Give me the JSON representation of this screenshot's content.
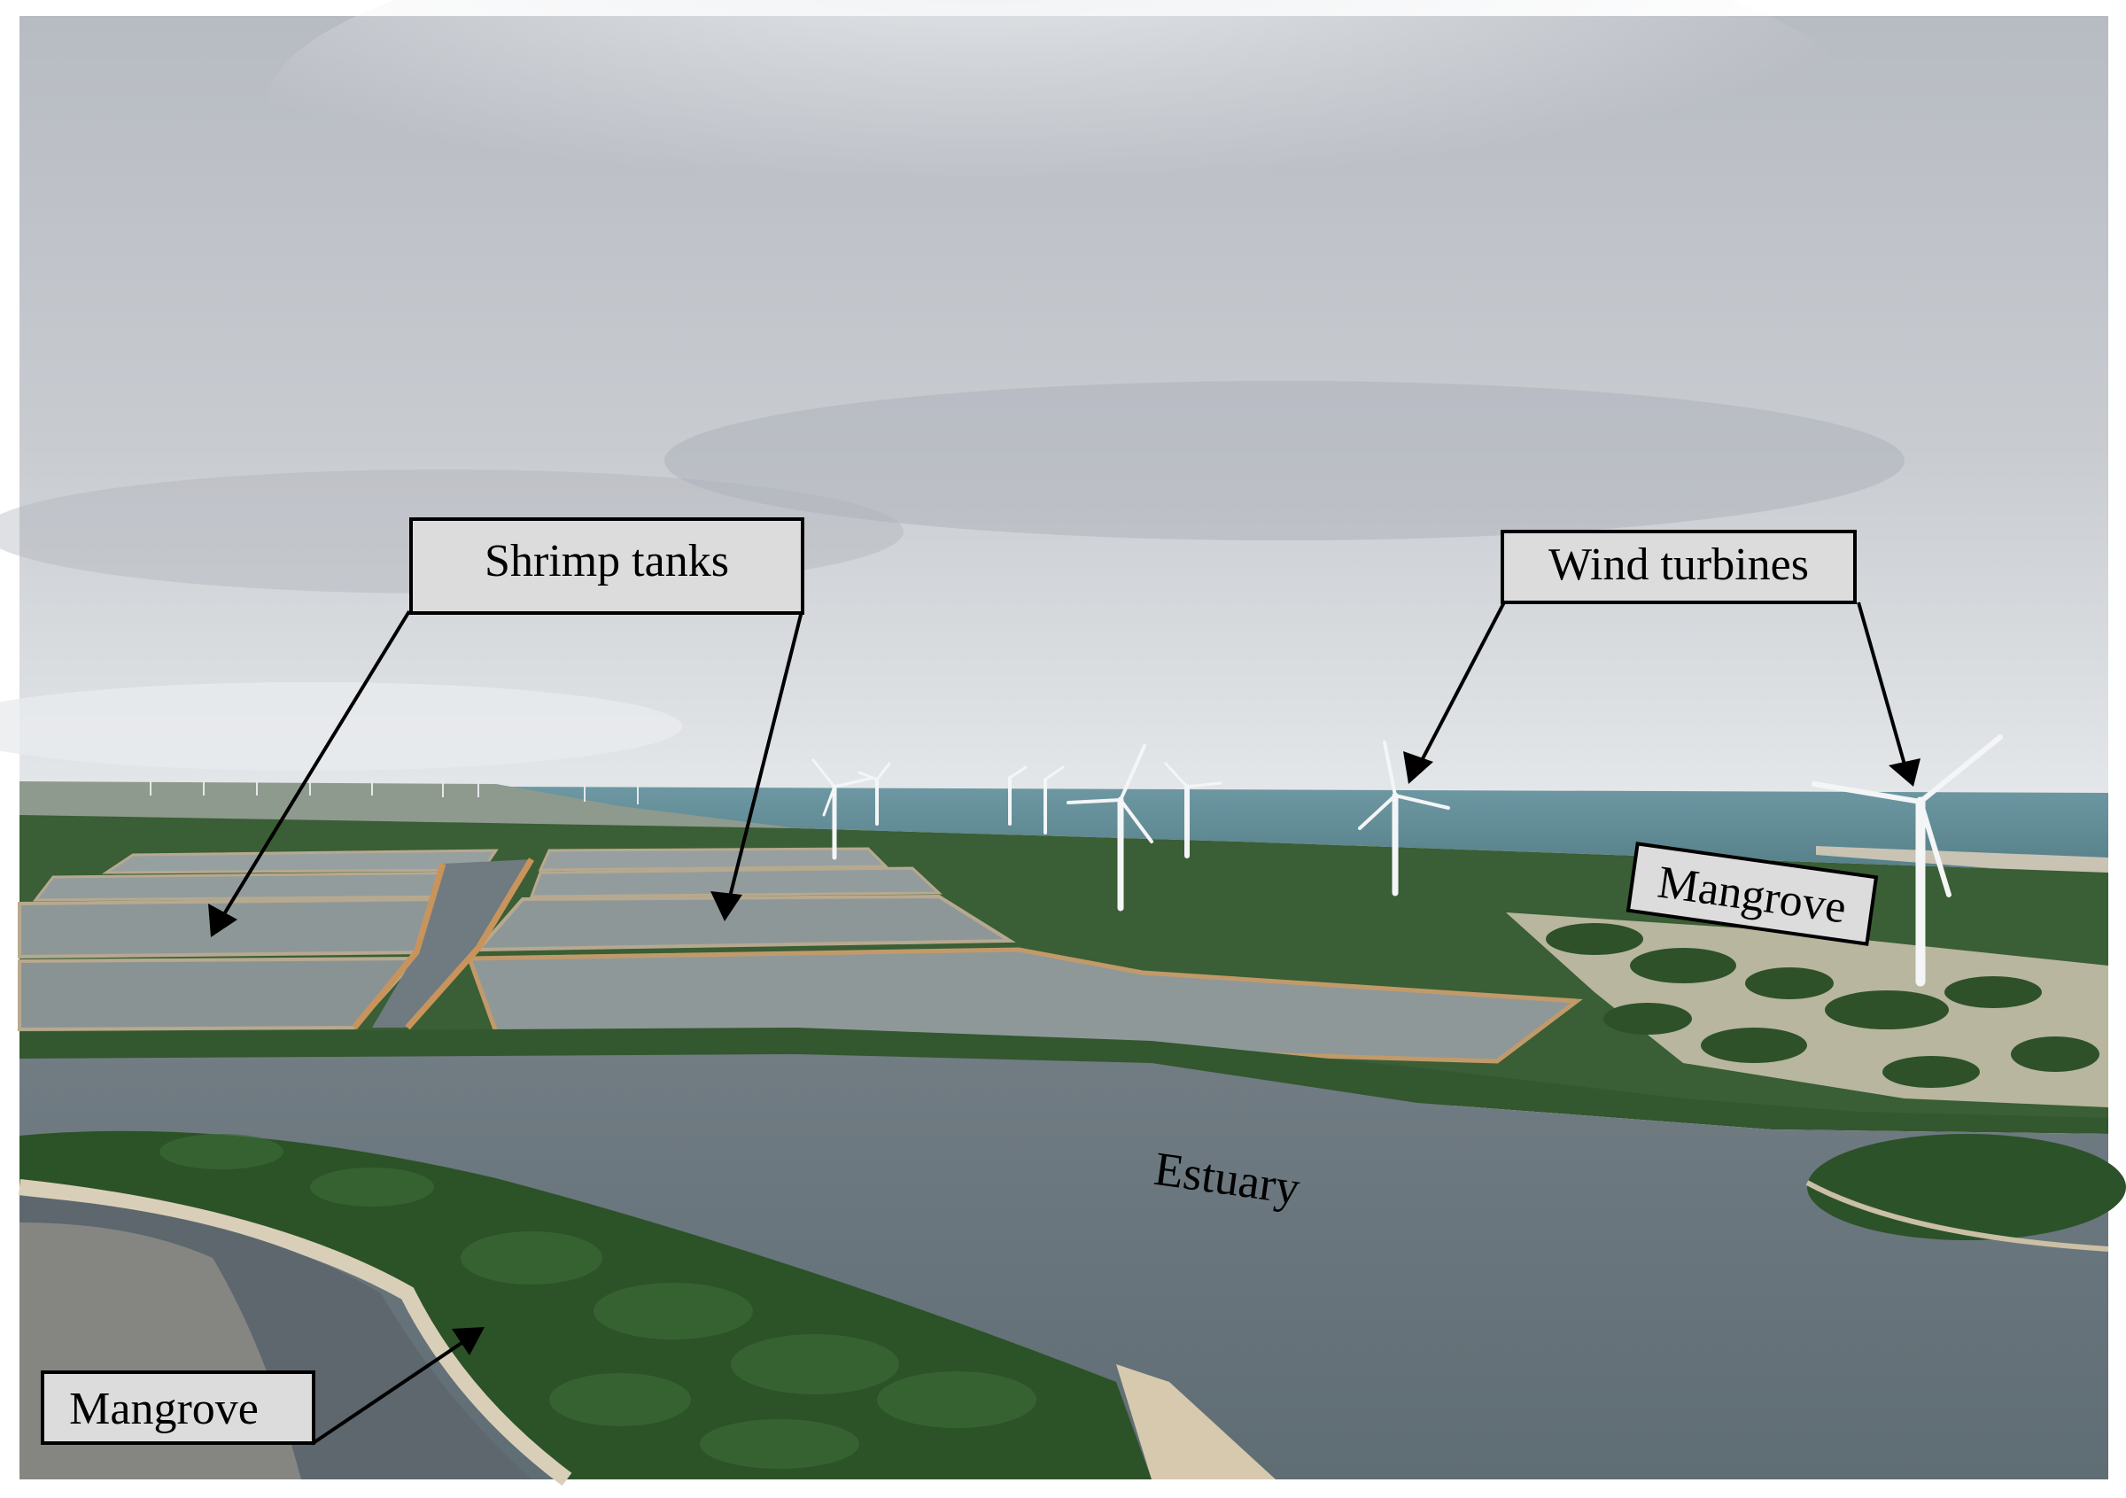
{
  "labels": {
    "shrimp_tanks": "Shrimp tanks",
    "wind_turbines": "Wind turbines",
    "mangrove_right": "Mangrove",
    "estuary": "Estuary",
    "mangrove_left": "Mangrove"
  },
  "colors": {
    "sky_top": "#b9bcc3",
    "sky_horizon": "#e3e6e9",
    "sea": "#5e8f9a",
    "estuary_water": "#6e7a81",
    "pond_water": "#8c9596",
    "mangrove_green": "#2f5a2c",
    "sand": "#d8cdb8",
    "callout_fill": "#dcdcdc"
  }
}
